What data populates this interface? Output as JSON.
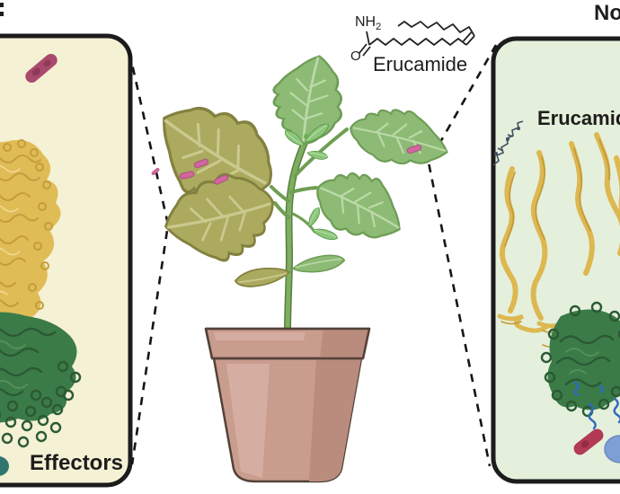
{
  "header": {
    "right_title_clipped": "No"
  },
  "chemistry": {
    "amine_text": "NH",
    "amine_sub": "2",
    "oxygen": "O",
    "molecule_name": "Erucamide"
  },
  "left_panel": {
    "caption": "Effectors",
    "background": "#f5f1d5",
    "protein_top_color": "#e0bc56",
    "protein_bottom_color": "#3b7b48",
    "bacterium_color": "#a94a6d"
  },
  "right_panel": {
    "caption": "Erucamide",
    "background": "#e5f0dc",
    "protein_strand_color": "#ddb851",
    "protein_bottom_color": "#3b7b48",
    "ligand_stick_color": "#414f66",
    "effector_red_color": "#b23a55",
    "effector_blue_color": "#7e9ed6"
  },
  "plant": {
    "diseased_leaf_color": "#abaa5f",
    "healthy_leaf_color": "#8dbb75",
    "bacteria_color": "#d0679d",
    "pot_color": "#c99d8e"
  }
}
